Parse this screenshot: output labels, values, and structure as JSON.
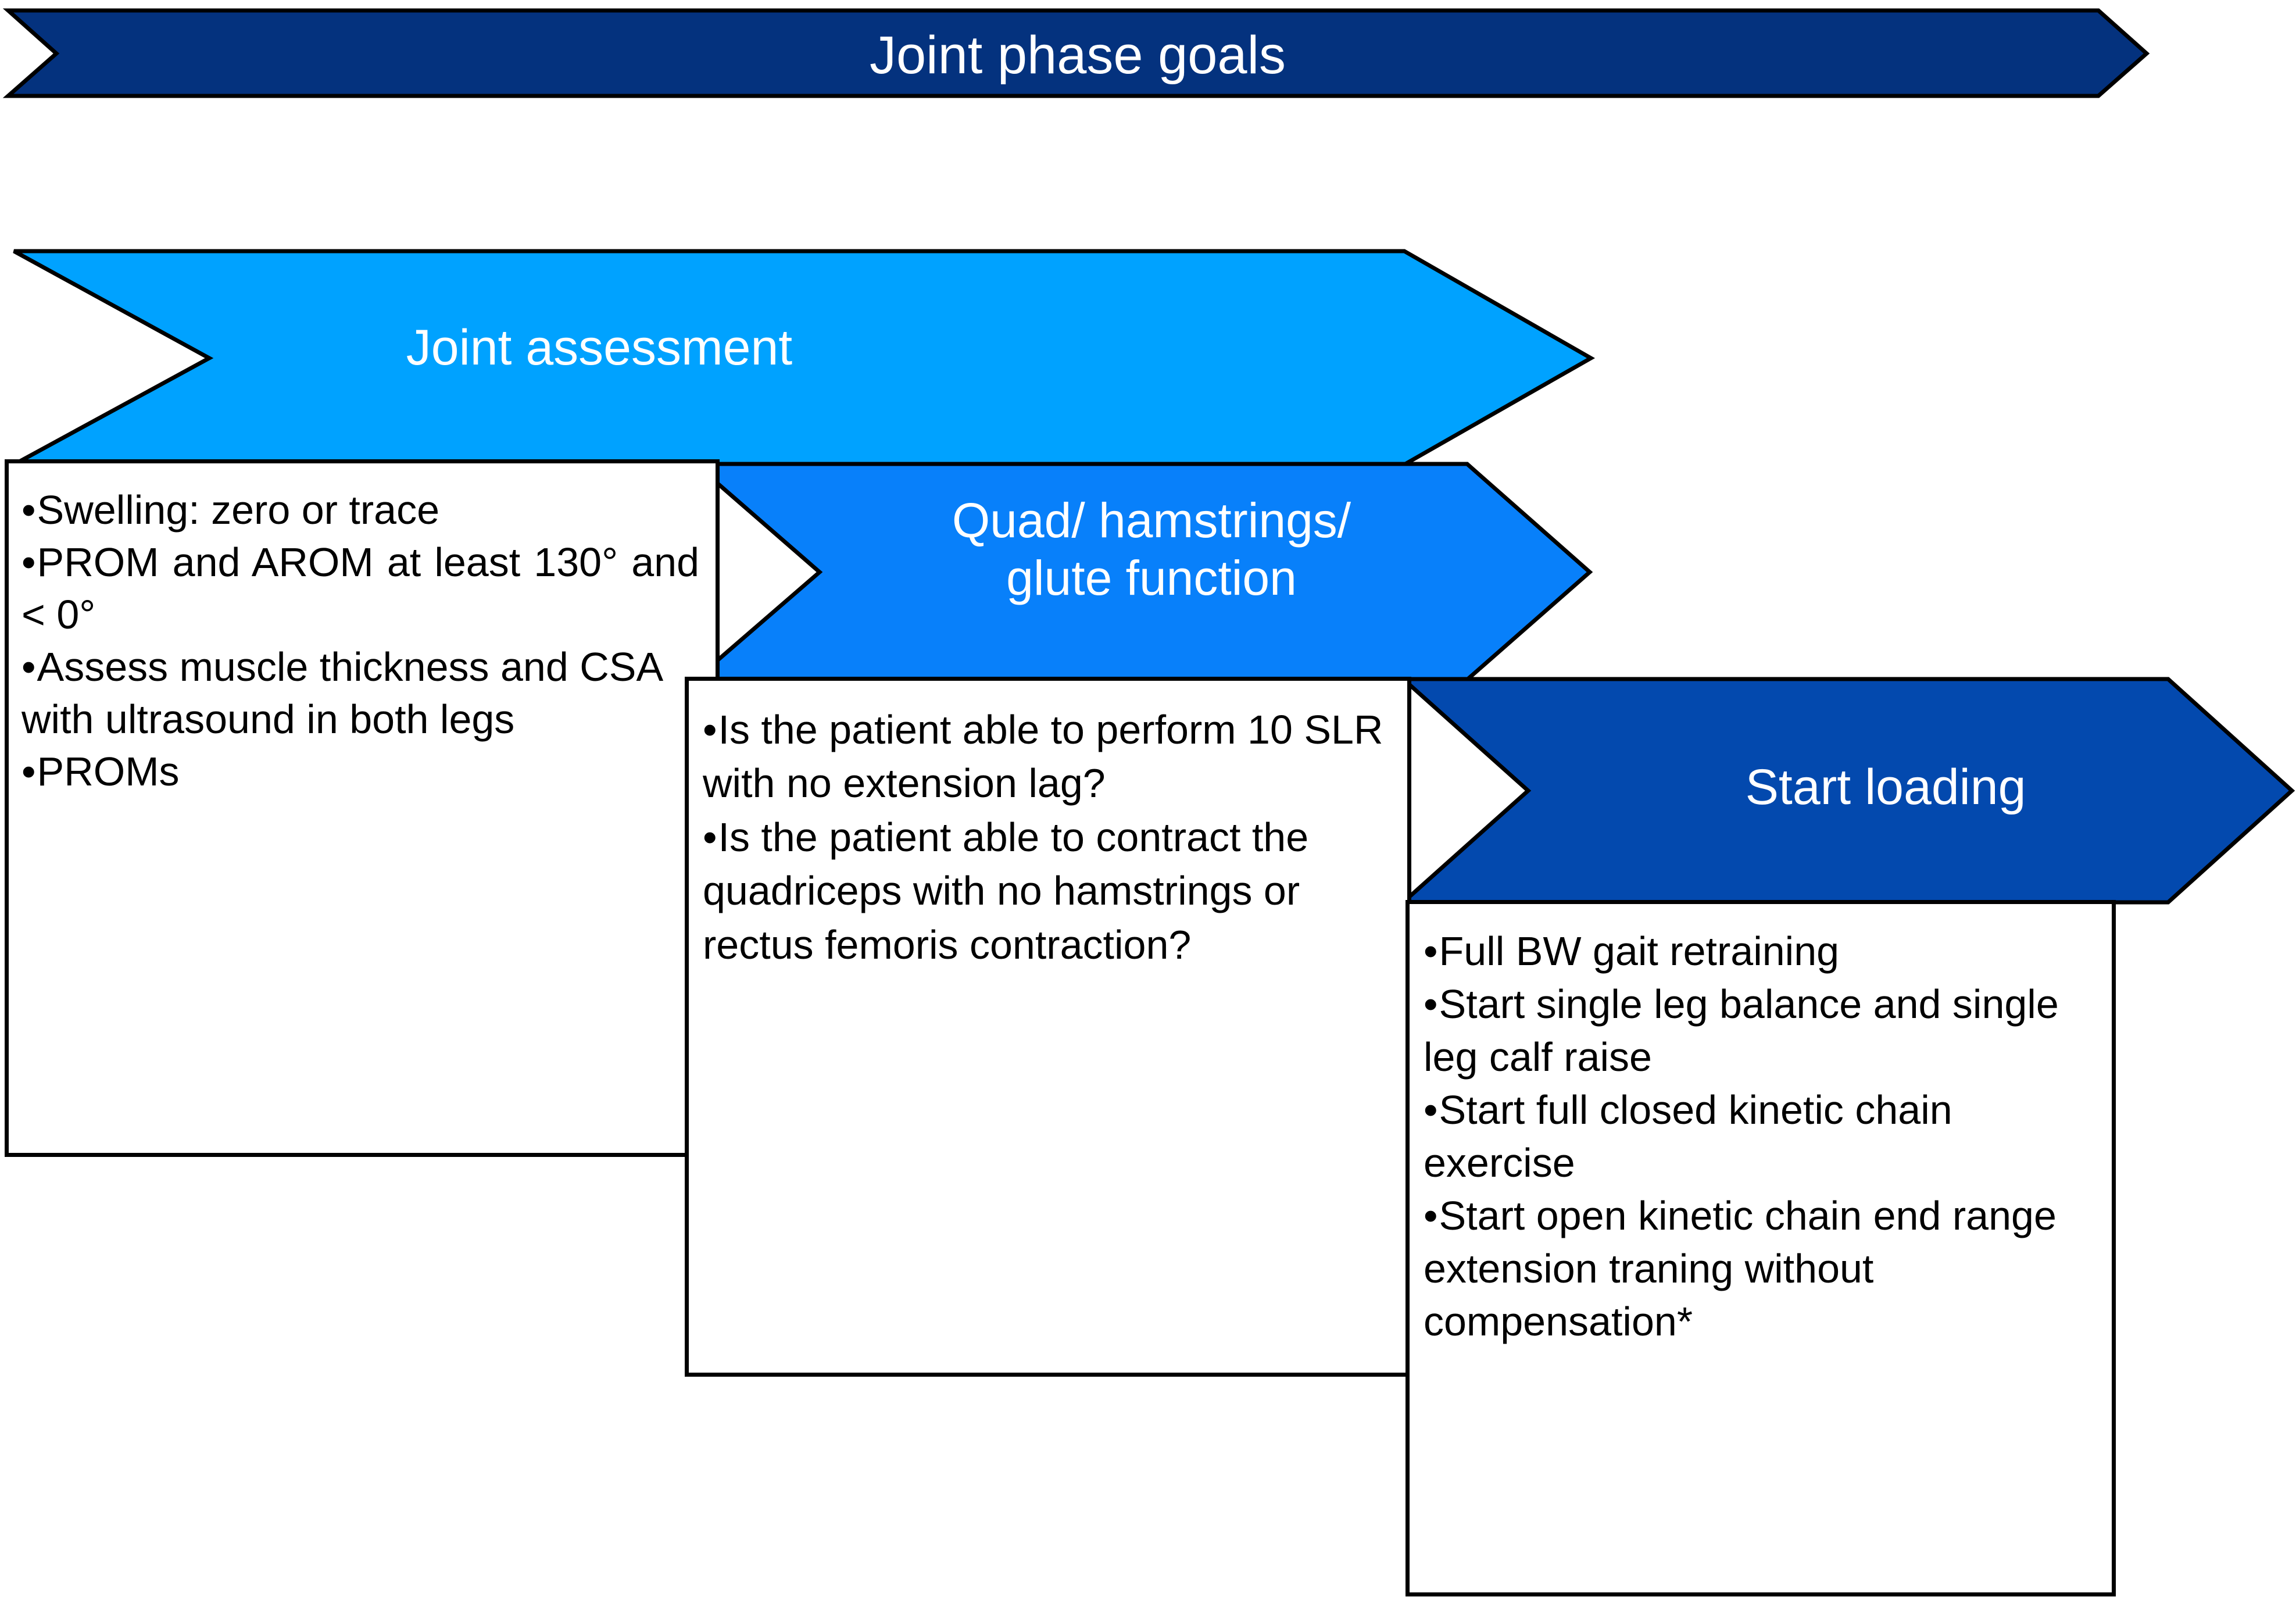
{
  "diagram": {
    "title": "Joint phase goals",
    "type": "chevron-process-flow",
    "colors": {
      "phase_goals_fill": "#04327E",
      "joint_assessment_fill": "#00A2FF",
      "quad_function_fill": "#0880FA",
      "start_loading_fill": "#0349AE",
      "outline": "#000000",
      "banner_text": "#FFFFFF",
      "box_text": "#000000",
      "background": "#FFFFFF"
    }
  },
  "banners": [
    {
      "id": "phase-goals",
      "label": "Joint phase goals",
      "fill": "#04327E"
    },
    {
      "id": "joint-assessment",
      "label": "Joint assessment",
      "fill": "#00A2FF"
    },
    {
      "id": "quad-function",
      "label": "Quad/ hamstrings/\nglute function",
      "fill": "#0880FA"
    },
    {
      "id": "start-loading",
      "label": "Start loading",
      "fill": "#0349AE"
    }
  ],
  "boxes": [
    {
      "id": "joint-assessment-details",
      "belongs_to": "joint-assessment",
      "items": [
        "Swelling: zero or trace",
        "PROM and AROM at least 130° and < 0°",
        "Assess muscle thickness and CSA with ultrasound in both legs",
        "PROMs"
      ]
    },
    {
      "id": "quad-function-details",
      "belongs_to": "quad-function",
      "items": [
        "Is the patient able to perform 10 SLR with no extension lag?",
        "Is the patient able to contract the quadriceps with no hamstrings or rectus femoris contraction?"
      ]
    },
    {
      "id": "start-loading-details",
      "belongs_to": "start-loading",
      "items": [
        "Full BW gait retraining",
        "Start single leg balance and single leg calf raise",
        "Start full closed kinetic chain exercise",
        "Start open kinetic chain end range extension traning without compensation*"
      ]
    }
  ]
}
